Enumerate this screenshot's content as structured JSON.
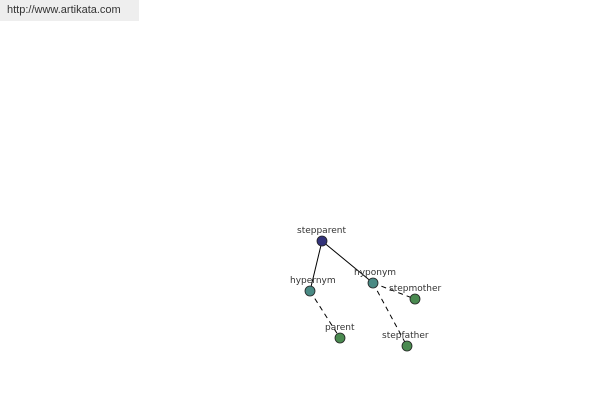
{
  "header": {
    "url": "http://www.artikata.com",
    "bar_color": "#eeeeee"
  },
  "graph": {
    "colors": {
      "root": "#33337a",
      "relation": "#4a8a84",
      "leaf": "#4a8a50",
      "edge": "#000000"
    },
    "nodes": {
      "root": "stepparent",
      "hypernym": "hypernym",
      "hyponym": "hyponym",
      "parent": "parent",
      "stepmother": "stepmother",
      "stepfather": "stepfather"
    }
  }
}
